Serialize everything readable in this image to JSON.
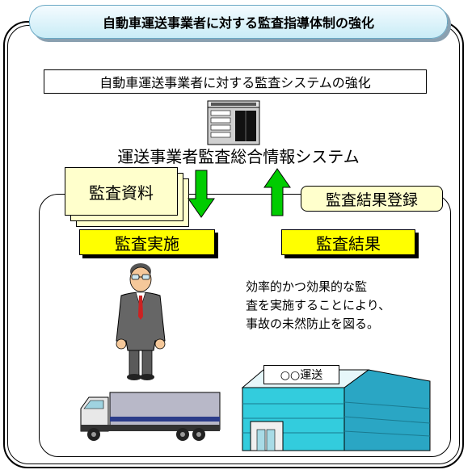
{
  "header": {
    "title": "自動車運送事業者に対する監査指導体制の強化"
  },
  "subtitle": "自動車運送事業者に対する監査システムの強化",
  "system": {
    "name": "運送事業者監査総合情報システム"
  },
  "documents": {
    "label": "監査資料"
  },
  "results_registration": {
    "label": "監査結果登録"
  },
  "audit_execution": {
    "label": "監査実施"
  },
  "audit_results": {
    "label": "監査結果"
  },
  "effect": {
    "lines": [
      "効率的かつ効果的な監",
      "査を実施することにより、",
      "事故の未然防止を図る。"
    ]
  },
  "company": {
    "sign": "○○運送"
  },
  "icons": [
    "server-icon",
    "down-arrow-icon",
    "up-arrow-icon",
    "businessman-icon",
    "truck-icon",
    "building-icon"
  ],
  "colors": {
    "banner_fill": "#c9ecf6",
    "paper": "#ffffcc",
    "label_yellow": "#ffff00",
    "arrow_green": "#00cc00",
    "building_cyan": "#33ccdd"
  }
}
